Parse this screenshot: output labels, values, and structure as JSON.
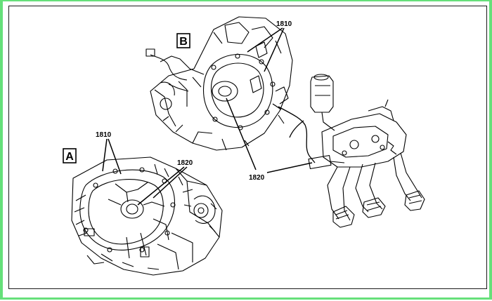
{
  "figure": {
    "view_a": {
      "letter": "A",
      "callout_1810": "1810",
      "callout_1820": "1820"
    },
    "view_b": {
      "letter": "B",
      "callout_1810": "1810"
    },
    "shared_callout_1820": "1820"
  },
  "colors": {
    "frame_border": "#66e07a",
    "line_art": "#000000",
    "background": "#ffffff"
  }
}
